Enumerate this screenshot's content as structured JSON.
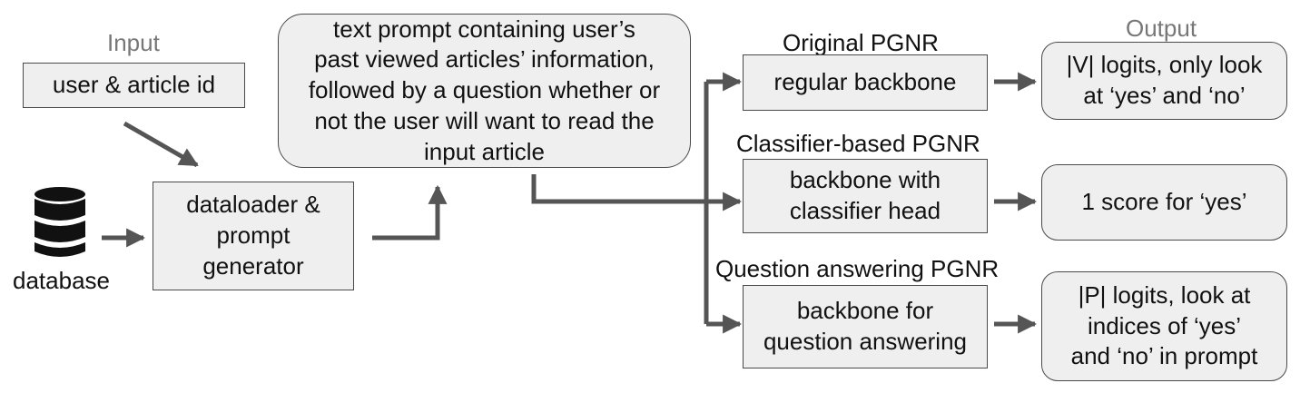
{
  "input_label": "Input",
  "output_label": "Output",
  "user_article_box": "user & article id",
  "database_label": "database",
  "dataloader_box": [
    "dataloader &",
    "prompt",
    "generator"
  ],
  "prompt_box": [
    "text prompt containing user’s",
    "past viewed articles’ information,",
    "followed by a question whether or",
    "not the user will want to read the",
    "input article"
  ],
  "variants": [
    {
      "title": "Original PGNR",
      "backbone": [
        "regular backbone"
      ],
      "output": [
        "|V| logits, only look",
        "at ‘yes’ and ‘no’"
      ]
    },
    {
      "title": "Classifier-based PGNR",
      "backbone": [
        "backbone with",
        "classifier head"
      ],
      "output": [
        "1 score for ‘yes’"
      ]
    },
    {
      "title": "Question answering PGNR",
      "backbone": [
        "backbone for",
        "question answering"
      ],
      "output": [
        "|P| logits, look at",
        "indices of ‘yes’",
        "and ‘no’ in prompt"
      ]
    }
  ],
  "colors": {
    "box_fill": "#efefef",
    "border": "#4a4a4a",
    "arrow": "#555555",
    "muted_text": "#777777"
  },
  "icons": [
    "database-icon"
  ]
}
